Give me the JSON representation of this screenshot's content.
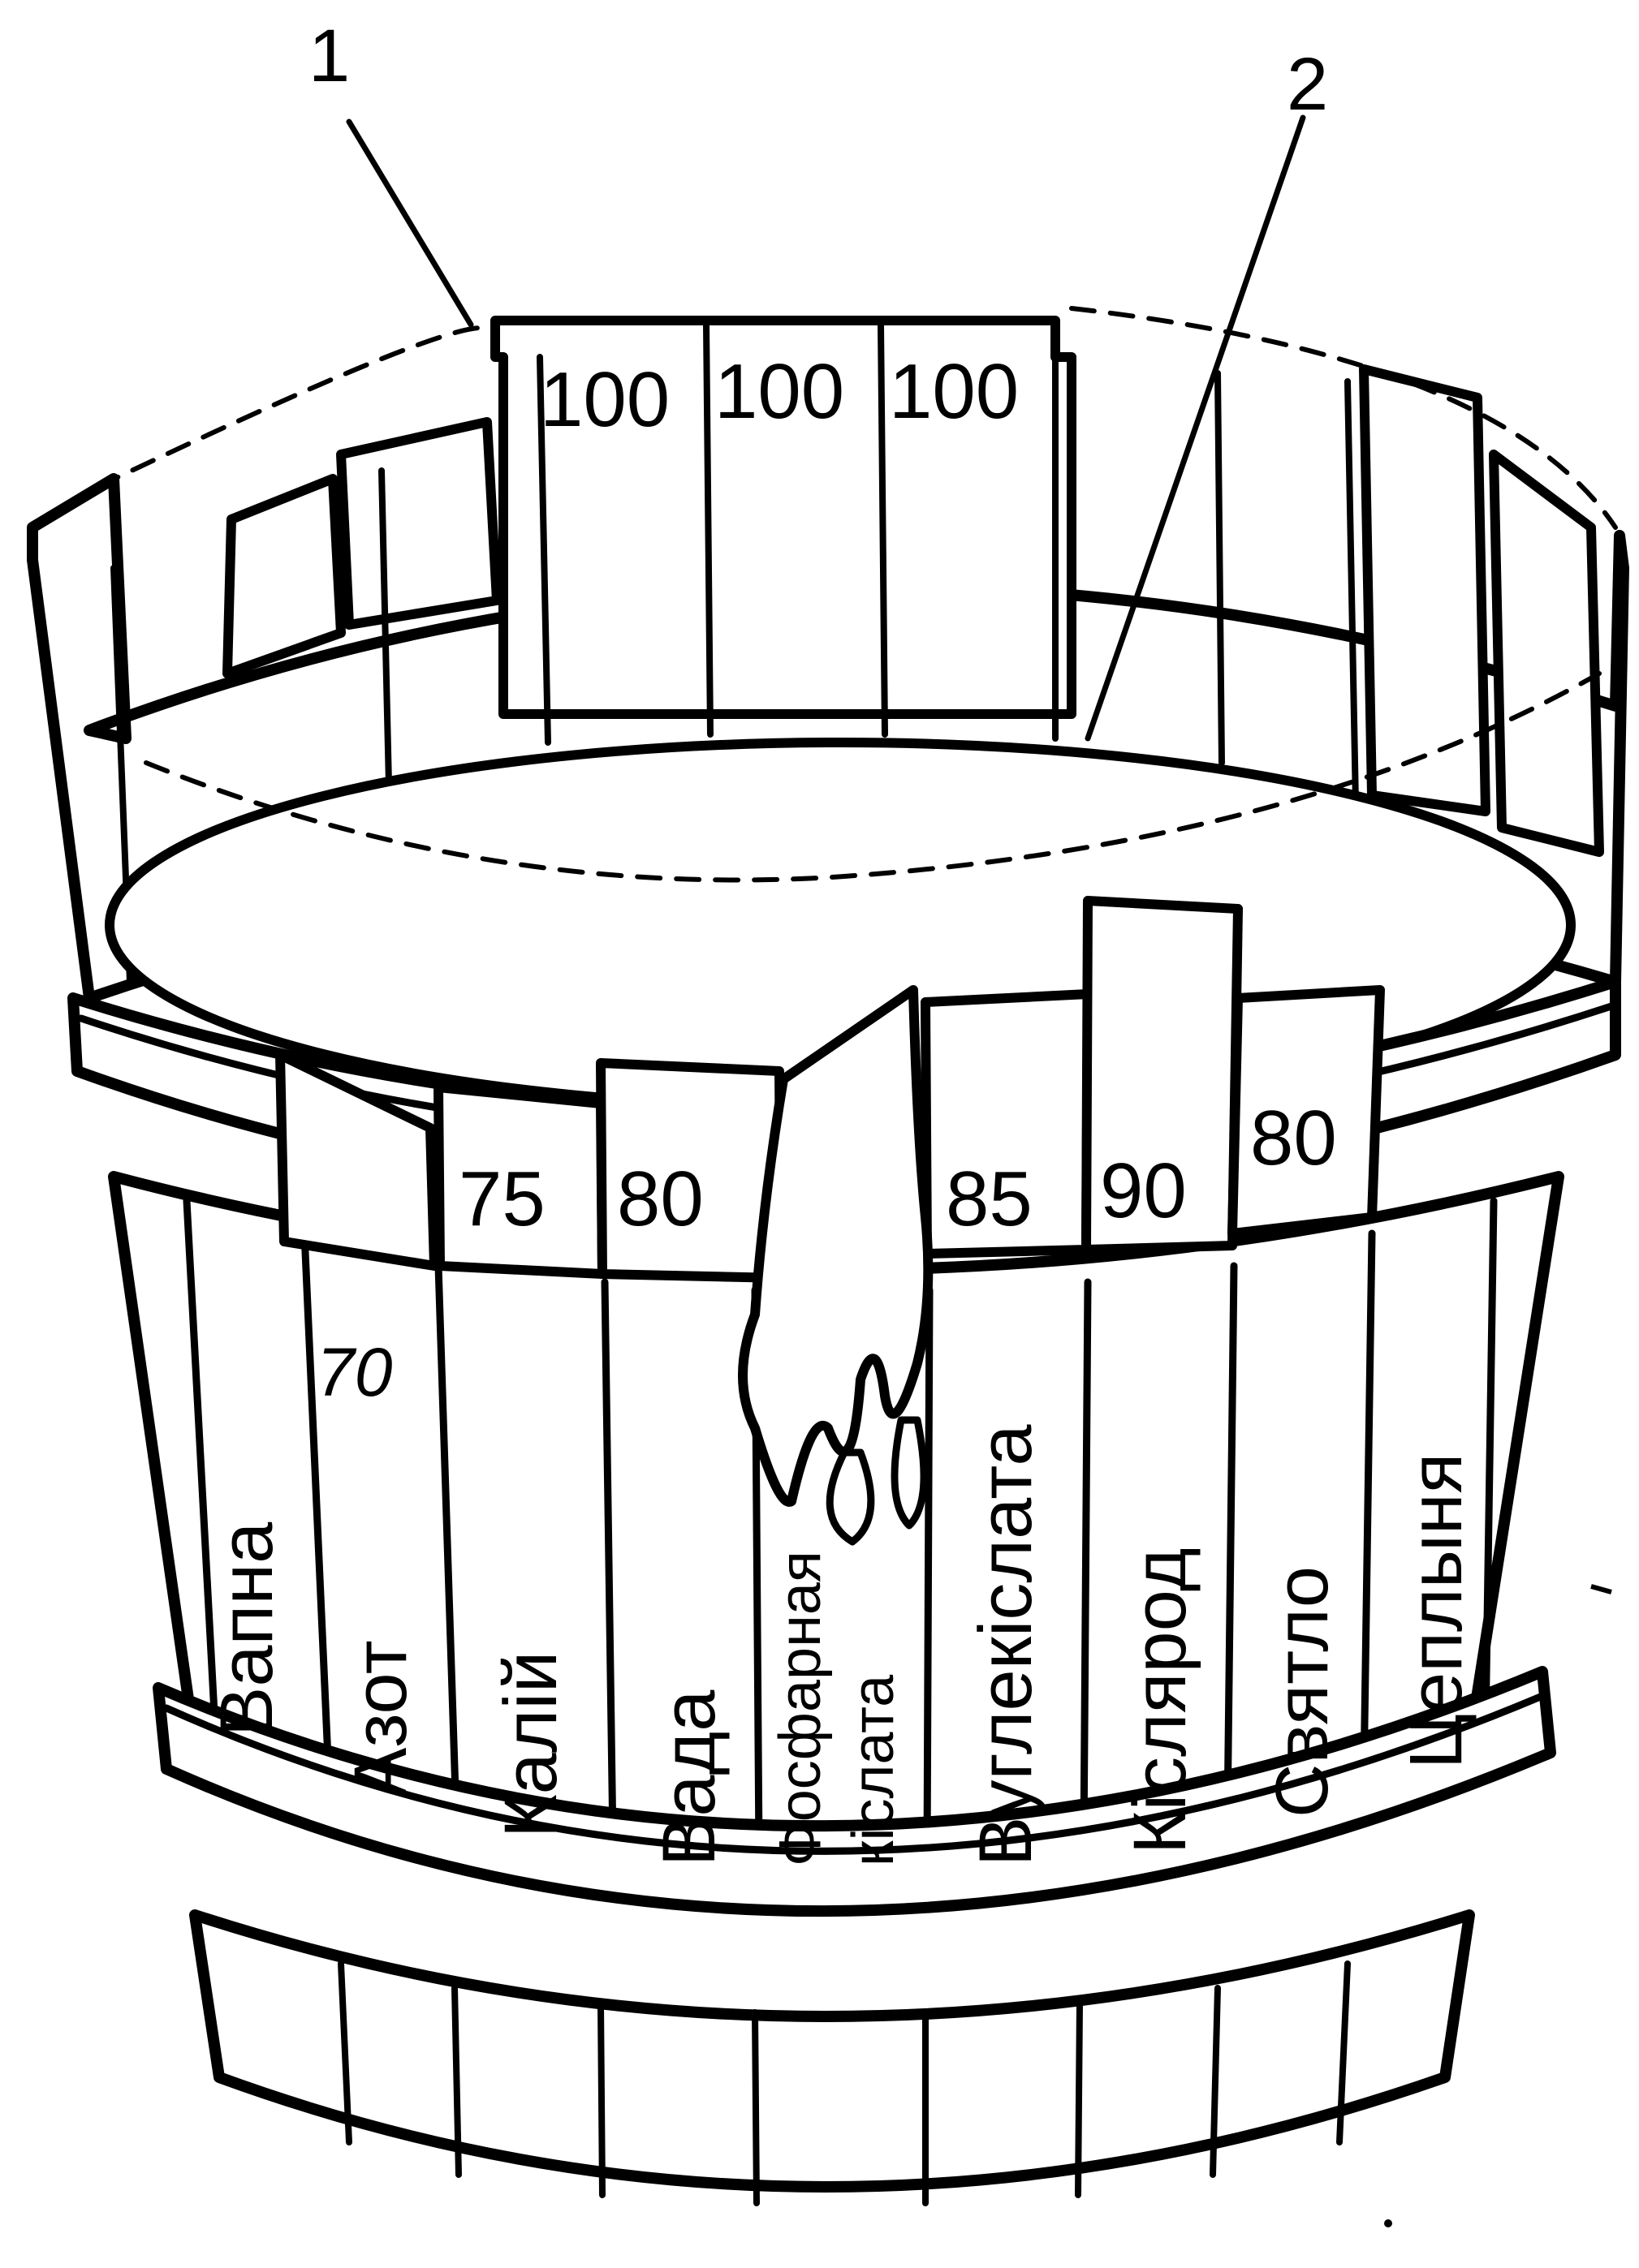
{
  "callouts": {
    "one": "1",
    "two": "2"
  },
  "top_values": [
    "100",
    "100",
    "100"
  ],
  "front_values": {
    "calium": "75",
    "water": "80",
    "carbonic": "85",
    "oxygen": "90",
    "light": "80",
    "nitrogen": "70"
  },
  "stave_labels": {
    "lime": "Вапна",
    "nitrogen": "Азот",
    "potassium": "Калій",
    "water": "Вада",
    "phosphoric_line1": "Фосфарная",
    "phosphoric_line2": "кіслата",
    "carbonic": "Вуглекіслата",
    "oxygen": "Кіслярод",
    "light": "Святло",
    "warmth": "Цеплыня"
  }
}
